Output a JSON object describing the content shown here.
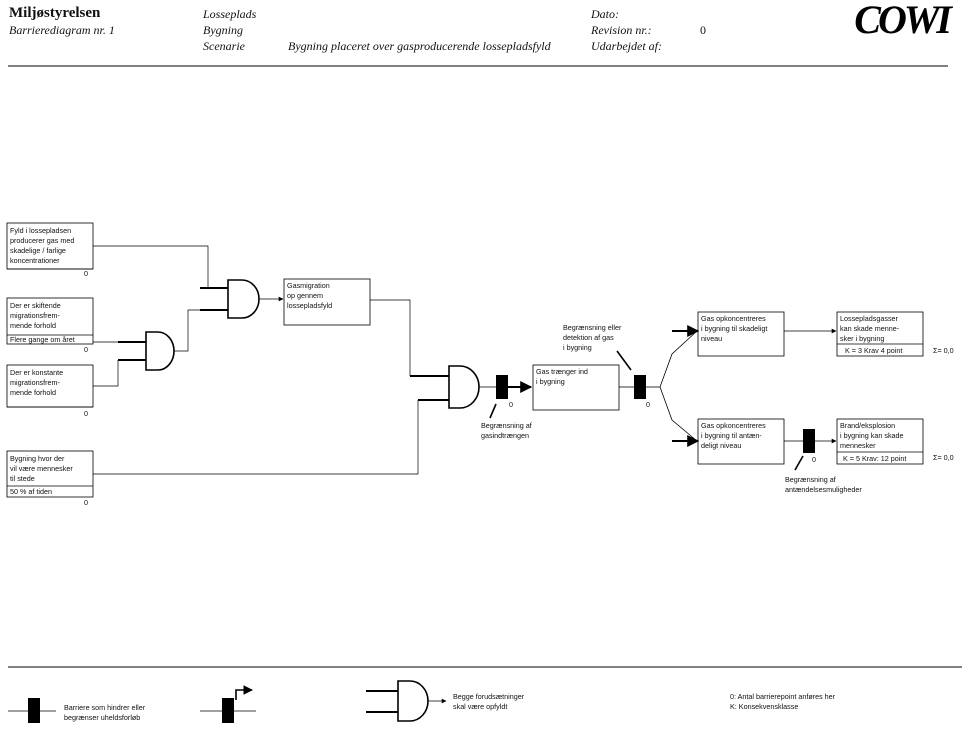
{
  "header": {
    "org": "Miljøstyrelsen",
    "diagram": "Barrierediagram nr. 1",
    "label_losseplads": "Losseplads",
    "label_bygning": "Bygning",
    "label_scenarie": "Scenarie",
    "scenario_text": "Bygning placeret over gasproducerende lossepladsfyld",
    "label_dato": "Dato:",
    "label_revision": "Revision nr.:",
    "revision_value": "0",
    "label_udarbejdet": "Udarbejdet af:",
    "logo": "COWI"
  },
  "boxes": {
    "fyld": [
      "Fyld i lossepladsen",
      "producerer gas med",
      "skadelige / farlige",
      "koncentrationer"
    ],
    "fyld_value": "0",
    "skiftende": [
      "Der er skiftende",
      "migrationsfrem-",
      "mende forhold"
    ],
    "skiftende_freq": "Flere gange om året",
    "skiftende_value": "0",
    "konstante": [
      "Der er konstante",
      "migrationsfrem-",
      "mende forhold"
    ],
    "konstante_value": "0",
    "mennesker": [
      "Bygning hvor der",
      "vil være mennesker",
      "til stede"
    ],
    "mennesker_freq": "50 % af tiden",
    "mennesker_value": "0",
    "gasmigration": [
      "Gasmigration",
      "op gennem",
      "lossepladsfyld"
    ],
    "gastraenger": [
      "Gas trænger ind",
      "i bygning"
    ],
    "skadeligt": [
      "Gas opkoncentreres",
      "i bygning til skadeligt",
      "niveau"
    ],
    "antaendeligt": [
      "Gas opkoncentreres",
      "i bygning til antæn-",
      "deligt niveau"
    ],
    "losseplads_gasser": [
      "Lossepladsgasser",
      "kan skade menne-",
      "sker i bygning"
    ],
    "losseplads_klass": "K = 3 Krav 4 point",
    "brand": [
      "Brand/eksplosion",
      "i bygning kan skade",
      "mennesker"
    ],
    "brand_klass": "K = 5 Krav: 12 point"
  },
  "barriers": {
    "b1_label": [
      "Begrænsning af",
      "gasindtrængen"
    ],
    "b1_value": "0",
    "b2_label": [
      "Begrænsning eller",
      "detektion af gas",
      "i bygning"
    ],
    "b2_value": "0",
    "b3_label": [
      "Begrænsning af",
      "antændelsesmuligheder"
    ],
    "b3_value": "0"
  },
  "sums": {
    "sum1": "Σ=  0,0",
    "sum2": "Σ=  0,0"
  },
  "legend": {
    "barrier": [
      "Barriere som hindrer eller",
      "begrænser uheldsforløb"
    ],
    "and_gate": [
      "Begge forudsætninger",
      "skal være opfyldt"
    ],
    "notes": [
      "0: Antal barrierepoint anføres her",
      "K: Konsekvensklasse"
    ]
  }
}
